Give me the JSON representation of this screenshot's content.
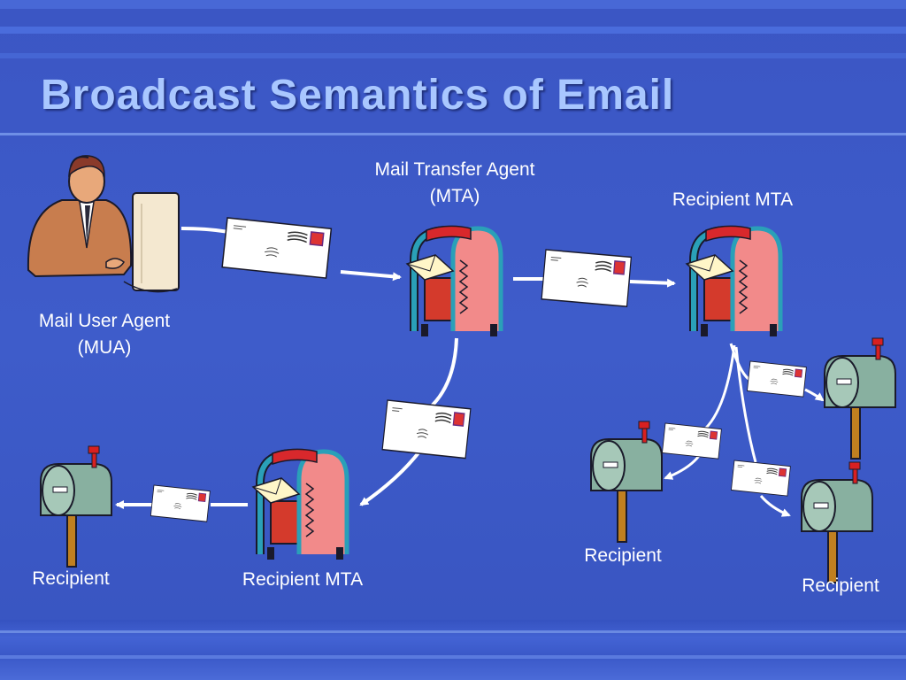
{
  "slide": {
    "title": "Broadcast Semantics of Email"
  },
  "nodes": {
    "mua": {
      "line1": "Mail User Agent",
      "line2": "(MUA)"
    },
    "mta": {
      "line1": "Mail Transfer Agent",
      "line2": "(MTA)"
    },
    "recipient_mta_top": {
      "label": "Recipient MTA"
    },
    "recipient_mta_bottom": {
      "label": "Recipient MTA"
    },
    "recipient_left": {
      "label": "Recipient"
    },
    "recipient_middle": {
      "label": "Recipient"
    },
    "recipient_right": {
      "label": "Recipient"
    }
  },
  "icons": {
    "person": "person-at-computer-icon",
    "mailbox_collection": "collection-mailbox-icon",
    "mailbox_residential": "residential-mailbox-icon",
    "envelope": "envelope-icon"
  },
  "colors": {
    "background": "#3d5ac8",
    "title": "#a9c7ff",
    "label": "#ffffff",
    "mailbox_red": "#d8282c",
    "mailbox_teal": "#2aa0b8",
    "mailbox_green": "#7fa89a"
  }
}
